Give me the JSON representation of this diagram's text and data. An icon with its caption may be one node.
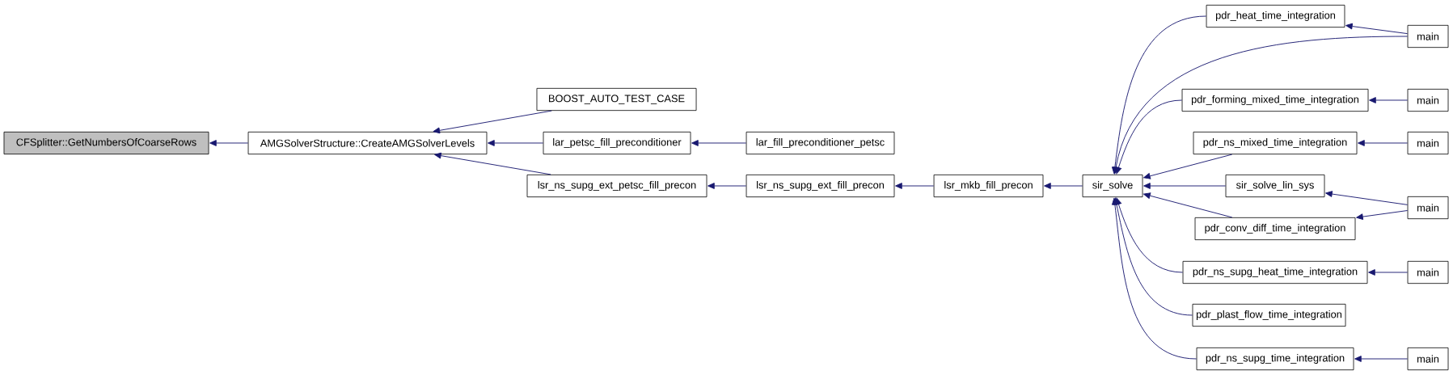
{
  "diagram": {
    "nodes": [
      {
        "text": [
          "CFSplitter::GetNumbersOfCoarseRows"
        ]
      },
      {
        "text": [
          "AMGSolverStructure::CreateAMGSolverLevels"
        ]
      },
      {
        "text": [
          "BOOST_AUTO_TEST_CASE"
        ]
      },
      {
        "text": [
          "lar_petsc_fill_preconditioner"
        ]
      },
      {
        "text": [
          "lsr_ns_supg_ext_petsc_fill_precon"
        ]
      },
      {
        "text": [
          "lar_fill_preconditioner_petsc"
        ]
      },
      {
        "text": [
          "lsr_ns_supg_ext_fill_precon"
        ]
      },
      {
        "text": [
          "lsr_mkb_fill_precon"
        ]
      },
      {
        "text": [
          "sir_solve"
        ]
      },
      {
        "text": [
          "pdr_heat_time_integration"
        ]
      },
      {
        "text": [
          "main"
        ]
      },
      {
        "text": [
          "pdr_forming_mixed_time_integration"
        ]
      },
      {
        "text": [
          "main"
        ]
      },
      {
        "text": [
          "pdr_ns_mixed_time_integration"
        ]
      },
      {
        "text": [
          "main"
        ]
      },
      {
        "text": [
          "sir_solve_lin_sys"
        ]
      },
      {
        "text": [
          "main"
        ]
      },
      {
        "text": [
          "pdr_conv_diff_time_integration"
        ]
      },
      {
        "text": [
          "pdr_ns_supg_heat_time_integration"
        ]
      },
      {
        "text": [
          "main"
        ]
      },
      {
        "text": [
          "pdr_plast_flow_time_integration"
        ]
      },
      {
        "text": [
          "pdr_ns_supg_time_integration"
        ]
      },
      {
        "text": [
          "main"
        ]
      }
    ],
    "edges": [
      {
        "from": 1,
        "to": 0,
        "arrow": "to"
      },
      {
        "from": 2,
        "to": 1,
        "arrow": "to"
      },
      {
        "from": 3,
        "to": 1,
        "arrow": "to"
      },
      {
        "from": 4,
        "to": 1,
        "arrow": "to"
      },
      {
        "from": 5,
        "to": 3,
        "arrow": "to"
      },
      {
        "from": 6,
        "to": 4,
        "arrow": "to"
      },
      {
        "from": 7,
        "to": 6,
        "arrow": "to"
      },
      {
        "from": 8,
        "to": 7,
        "arrow": "to"
      },
      {
        "from": 9,
        "to": 8,
        "arrow": "to"
      },
      {
        "from": 10,
        "to": 8,
        "arrow": "to"
      },
      {
        "from": 10,
        "to": 9,
        "arrow": "to"
      },
      {
        "from": 11,
        "to": 8,
        "arrow": "to"
      },
      {
        "from": 12,
        "to": 11,
        "arrow": "to"
      },
      {
        "from": 13,
        "to": 8,
        "arrow": "to"
      },
      {
        "from": 14,
        "to": 13,
        "arrow": "to"
      },
      {
        "from": 15,
        "to": 8,
        "arrow": "to"
      },
      {
        "from": 16,
        "to": 15,
        "arrow": "to"
      },
      {
        "from": 16,
        "to": 17,
        "arrow": "to"
      },
      {
        "from": 17,
        "to": 8,
        "arrow": "to"
      },
      {
        "from": 18,
        "to": 8,
        "arrow": "to"
      },
      {
        "from": 19,
        "to": 18,
        "arrow": "to"
      },
      {
        "from": 20,
        "to": 8,
        "arrow": "to"
      },
      {
        "from": 21,
        "to": 8,
        "arrow": "to"
      },
      {
        "from": 22,
        "to": 21,
        "arrow": "to"
      }
    ]
  }
}
